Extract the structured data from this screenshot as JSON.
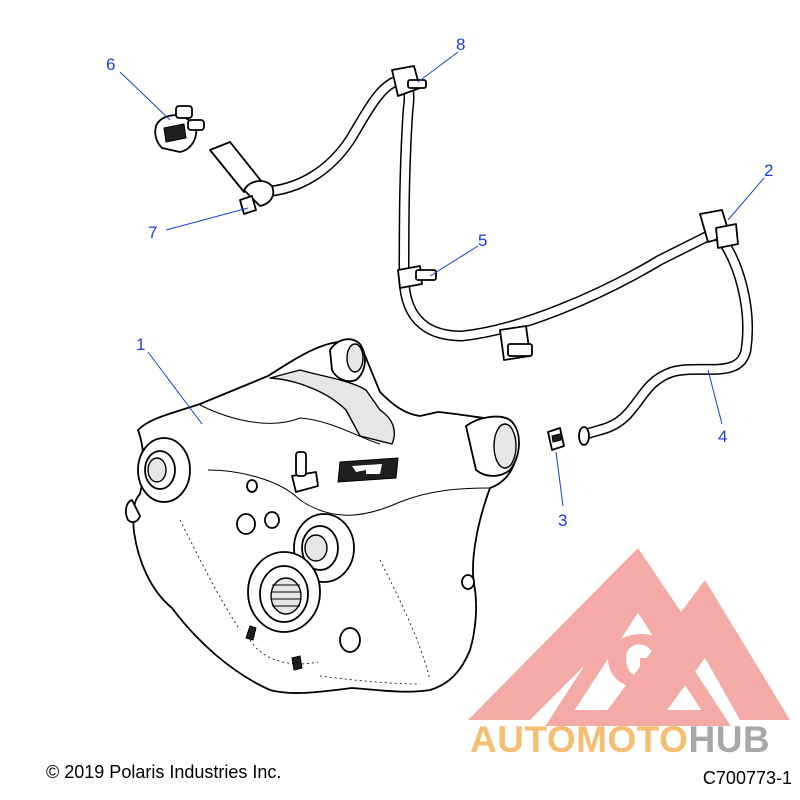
{
  "callouts": [
    {
      "id": "1",
      "label": "1"
    },
    {
      "id": "2",
      "label": "2"
    },
    {
      "id": "3",
      "label": "3"
    },
    {
      "id": "4",
      "label": "4"
    },
    {
      "id": "5",
      "label": "5"
    },
    {
      "id": "6",
      "label": "6"
    },
    {
      "id": "7",
      "label": "7"
    },
    {
      "id": "8",
      "label": "8"
    }
  ],
  "copyright": "© 2019 Polaris Industries Inc.",
  "drawing_number": "C700773-1",
  "watermark": {
    "text_part1": "AUTOMOTO",
    "text_part2": "HUB",
    "color_part1": "#f4b35b",
    "color_part2": "#9a9a9a",
    "logo_color": "#f08a84"
  },
  "colors": {
    "callout": "#1a3fd0",
    "line": "#000000"
  }
}
